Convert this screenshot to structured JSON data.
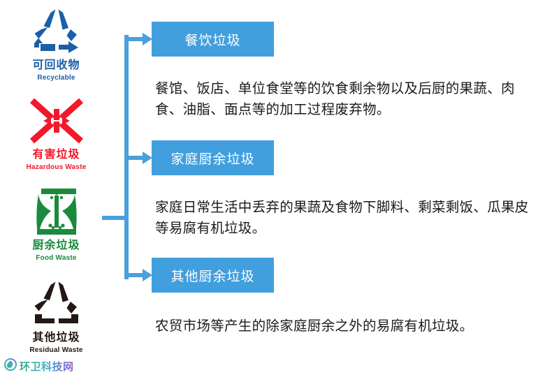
{
  "colors": {
    "accent_blue": "#429FDE",
    "connector_blue": "#4A9FDC",
    "recyclable_blue": "#1B5FA8",
    "hazardous_red": "#F4172B",
    "food_green": "#1A8A3C",
    "residual_dark": "#231815",
    "background": "#FFFFFF",
    "body_text": "#1A1A1A"
  },
  "categories": [
    {
      "id": "recyclable",
      "icon": "recycling-triangle-icon",
      "cn": "可回收物",
      "en": "Recyclable",
      "color": "#1B5FA8"
    },
    {
      "id": "hazardous",
      "icon": "hazardous-cross-arrows-icon",
      "cn": "有害垃圾",
      "en": "Hazardous Waste",
      "color": "#F4172B"
    },
    {
      "id": "food",
      "icon": "food-waste-hourglass-icon",
      "cn": "厨余垃圾",
      "en": "Food Waste",
      "color": "#1A8A3C"
    },
    {
      "id": "residual",
      "icon": "residual-triangle-icon",
      "cn": "其他垃圾",
      "en": "Residual Waste",
      "color": "#231815"
    }
  ],
  "branches": [
    {
      "id": "catering",
      "title": "餐饮垃圾",
      "description": "餐馆、饭店、单位食堂等的饮食剩余物以及后厨的果蔬、肉食、油脂、面点等的加工过程废弃物。"
    },
    {
      "id": "household-kitchen",
      "title": "家庭厨余垃圾",
      "description": "家庭日常生活中丢弃的果蔬及食物下脚料、剩菜剩饭、瓜果皮等易腐有机垃圾。"
    },
    {
      "id": "other-kitchen",
      "title": "其他厨余垃圾",
      "description": "农贸市场等产生的除家庭厨余之外的易腐有机垃圾。"
    }
  ],
  "watermark": {
    "icon": "circular-gradient-logo-icon",
    "text": "环卫科技网"
  }
}
